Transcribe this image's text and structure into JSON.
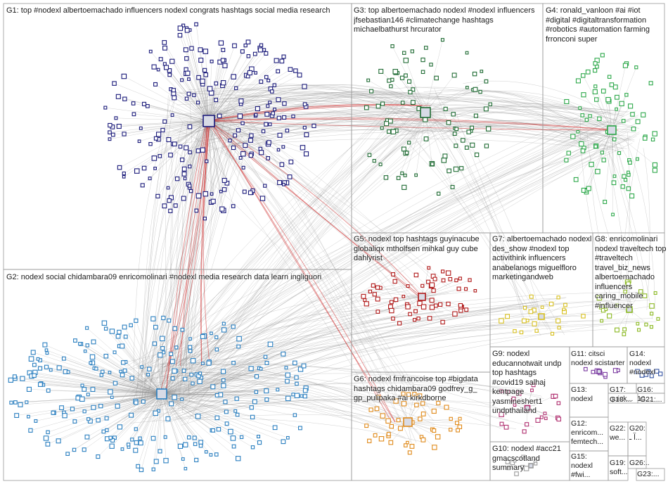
{
  "groups": [
    {
      "id": "G1",
      "text": "G1: top #nodexl albertoemachado influencers nodexl congrats hashtags social media research",
      "color": "#1a1a7a"
    },
    {
      "id": "G2",
      "text": "G2: nodexl social chidambara09 enricomolinari #nodexl media research data learn ingliguori",
      "color": "#2a7fc0"
    },
    {
      "id": "G3",
      "text": "G3: top albertoemachado nodexl #nodexl influencers jfsebastian146 #climatechange hashtags michaelbathurst hrcurator",
      "color": "#1f6b33"
    },
    {
      "id": "G4",
      "text": "G4: ronald_vanloon #ai #iot #digital #digitaltransformation #robotics #automation farming frronconi super",
      "color": "#2da84a"
    },
    {
      "id": "G5",
      "text": "G5: nodexl top hashtags guyinacube globaliqx mtholfsen mihkal guy cube dahlyrist",
      "color": "#b01818"
    },
    {
      "id": "G6",
      "text": "G6: nodexl fmfrancoise top #bigdata hashtags chidambara09 godfrey_g_ gp_pulipaka #ai kirkdborne",
      "color": "#e08a1a"
    },
    {
      "id": "G7",
      "text": "G7: albertoemachado nodexl des_show #nodexl top activithink influencers anabelanogs miguelfloro marketingandweb",
      "color": "#d8c020"
    },
    {
      "id": "G8",
      "text": "G8: enricomolinari nodexl traveltech top #traveltech travel_biz_news albertoemachado influencers caring_mobile #influencer",
      "color": "#8ab820"
    },
    {
      "id": "G9",
      "text": "G9: nodexl educannotwait undp top hashtags #covid19 salhaj kentpage yasmineshert1 undpthailand",
      "color": "#b03070"
    },
    {
      "id": "G10",
      "text": "G10: nodexl #acc21 gmacscotland summary",
      "color": "#9a9a9a"
    },
    {
      "id": "G11",
      "text": "G11: citsci nodexl scistarter",
      "color": "#7a3aa0"
    },
    {
      "id": "G12",
      "text": "G12: enricom... femtech...",
      "color": "#555555"
    },
    {
      "id": "G13",
      "text": "G13: nodexl",
      "color": "#444444"
    },
    {
      "id": "G14",
      "text": "G14: nodexl #nodexl",
      "color": "#3050a0"
    },
    {
      "id": "G15",
      "text": "G15: nodexl #fwi...",
      "color": "#555555"
    },
    {
      "id": "G16",
      "text": "G16: 10...",
      "color": "#557a20"
    },
    {
      "id": "G17",
      "text": "G17: quick...",
      "color": "#a02080"
    },
    {
      "id": "G18",
      "text": "G18:...",
      "color": "#777777"
    },
    {
      "id": "G19",
      "text": "G19: soft...",
      "color": "#777777"
    },
    {
      "id": "G20",
      "text": "G20: آ ـ...",
      "color": "#777777"
    },
    {
      "id": "G21",
      "text": "G21:...",
      "color": "#777777"
    },
    {
      "id": "G22",
      "text": "G22: we...",
      "color": "#777777"
    },
    {
      "id": "G23",
      "text": "G23:...",
      "color": "#777777"
    },
    {
      "id": "G26",
      "text": "G26:...",
      "color": "#777777"
    }
  ],
  "colors": {
    "edge": "#8c8c8c",
    "highlight_edge": "#d03030",
    "box_border": "#9a9a9a",
    "background": "#ffffff"
  }
}
